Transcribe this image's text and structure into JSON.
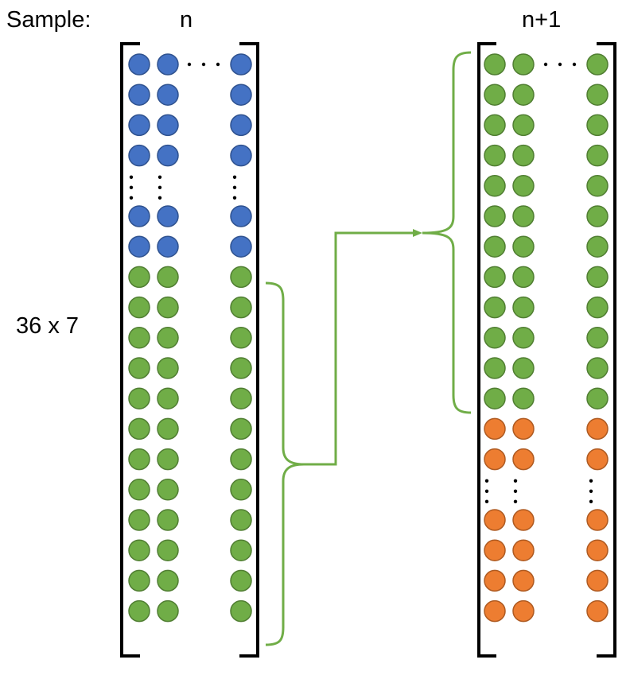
{
  "labels": {
    "sample": "Sample:",
    "left_header": "n",
    "right_header": "n+1",
    "size": "36 x 7"
  },
  "colors": {
    "blue_fill": "#4472C4",
    "blue_stroke": "#2F528F",
    "green_fill": "#70AD47",
    "green_stroke": "#507E32",
    "orange_fill": "#ED7D31",
    "orange_stroke": "#AE5A21",
    "connector": "#70AD47",
    "bracket": "#000000"
  },
  "left_matrix": {
    "rows": [
      "blue",
      "blue",
      "blue",
      "blue",
      "dots",
      "blue",
      "blue",
      "green",
      "green",
      "green",
      "green",
      "green",
      "green",
      "green",
      "green",
      "green",
      "green",
      "green",
      "green"
    ]
  },
  "right_matrix": {
    "rows": [
      "green",
      "green",
      "green",
      "green",
      "green",
      "green",
      "green",
      "green",
      "green",
      "green",
      "green",
      "green",
      "orange",
      "orange",
      "dots",
      "orange",
      "orange",
      "orange",
      "orange"
    ]
  }
}
